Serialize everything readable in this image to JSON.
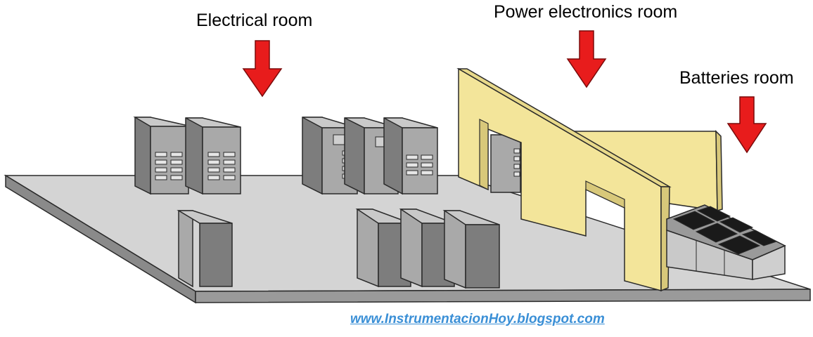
{
  "labels": {
    "electrical_room": "Electrical room",
    "power_electronics_room": "Power electronics room",
    "batteries_room": "Batteries room"
  },
  "footer": {
    "link_text": "www.InstrumentacionHoy.blogspot.com"
  },
  "colors": {
    "floor_top": "#d4d4d4",
    "floor_edge": "#8a8a8a",
    "wall": "#f3e59a",
    "cabinet_front": "#a9a9a9",
    "cabinet_side": "#7d7d7d",
    "cabinet_top": "#c9c9c9",
    "arrow": "#e81c1c",
    "link": "#3a8fd6"
  },
  "icons": {
    "room_marker": "down-arrow-icon"
  }
}
